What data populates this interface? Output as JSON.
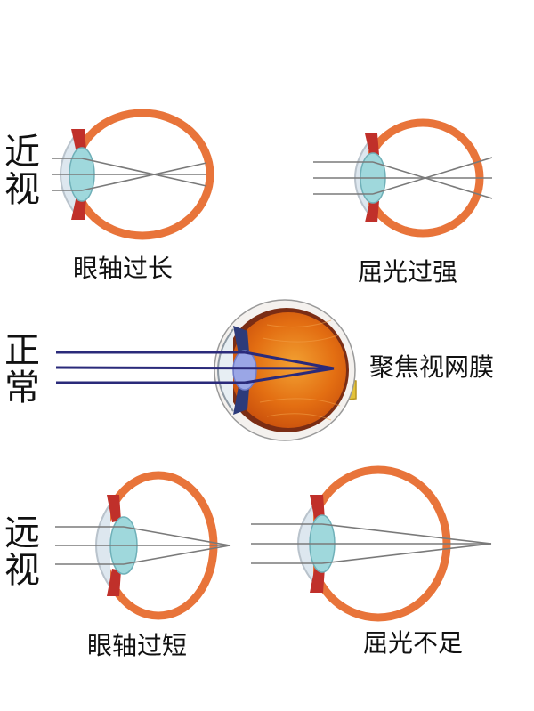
{
  "labels": {
    "myopia": [
      "近",
      "视"
    ],
    "normal": [
      "正",
      "常"
    ],
    "hyperopia": [
      "远",
      "视"
    ],
    "myopia_axial": "眼轴过长",
    "myopia_refractive": "屈光过强",
    "normal_focus": "聚焦视网膜",
    "hyperopia_axial": "眼轴过短",
    "hyperopia_refractive": "屈光不足"
  },
  "colors": {
    "sclera": "#e8743a",
    "lens": "#9fd8dc",
    "cornea": "#d9e4ee",
    "iris": "#c0302a",
    "rays": "#7a7a7a",
    "normal_rays": "#2a2a7a",
    "vitreous": "#e06a10",
    "optic_nerve": "#e3c23a"
  }
}
